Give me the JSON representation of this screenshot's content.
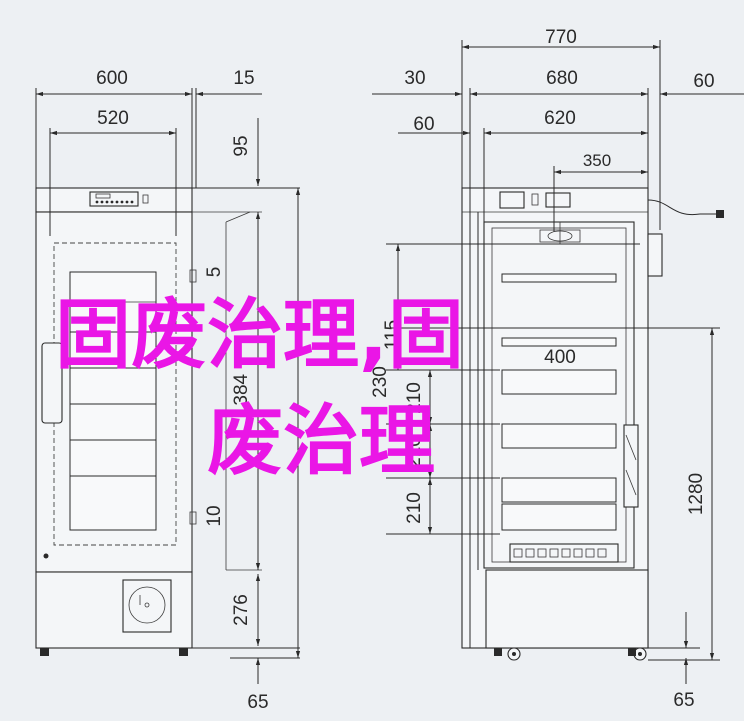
{
  "dimensions": {
    "d600": "600",
    "d520": "520",
    "d15": "15",
    "d95": "95",
    "d2": "5",
    "d1384": "1384",
    "d1000": "10",
    "d276": "276",
    "d65_left": "65",
    "d770": "770",
    "d30": "30",
    "d680": "680",
    "d60_right": "60",
    "d60_left": "60",
    "d620": "620",
    "d350": "350",
    "d115": "115",
    "d400": "400",
    "d230": "230",
    "d210a": "210",
    "d210b": "210",
    "d210c": "210",
    "d1280": "1280",
    "d65_right": "65"
  },
  "overlay": {
    "line1": "固废治理,固",
    "line2": "废治理"
  },
  "colors": {
    "overlay": "#ea16e6",
    "background": "#edf0f3",
    "line": "#2a2a2a"
  }
}
